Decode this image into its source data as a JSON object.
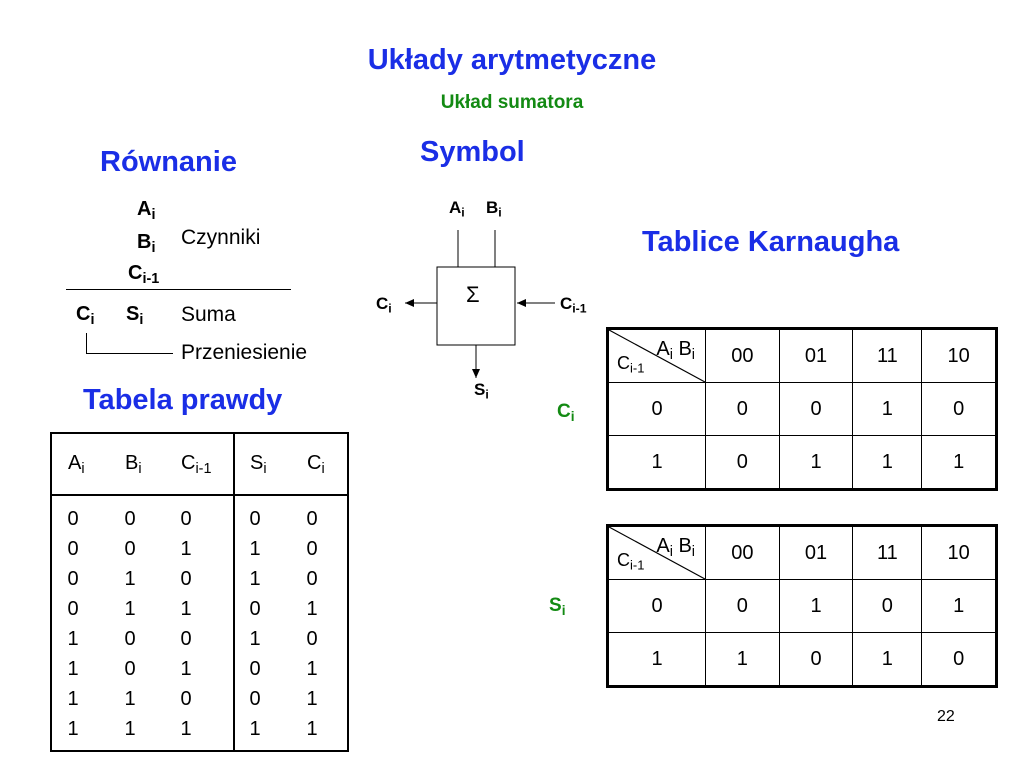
{
  "title": "Układy arytmetyczne",
  "subtitle": "Układ sumatora",
  "equation": {
    "heading": "Równanie",
    "inputs": [
      {
        "name": "A",
        "sub": "i"
      },
      {
        "name": "B",
        "sub": "i"
      },
      {
        "name": "C",
        "sub": "i-1"
      }
    ],
    "factors_label": "Czynniki",
    "outputs": [
      {
        "name": "C",
        "sub": "i"
      },
      {
        "name": "S",
        "sub": "i"
      }
    ],
    "sum_label": "Suma",
    "carry_label": "Przeniesienie"
  },
  "symbol": {
    "heading": "Symbol",
    "glyph": "Σ",
    "in_a": {
      "name": "A",
      "sub": "i"
    },
    "in_b": {
      "name": "B",
      "sub": "i"
    },
    "left_out": {
      "name": "C",
      "sub": "i"
    },
    "right_in": {
      "name": "C",
      "sub": "i-1"
    },
    "bottom_out": {
      "name": "S",
      "sub": "i"
    }
  },
  "truth_table": {
    "heading": "Tabela prawdy",
    "headers": [
      {
        "name": "A",
        "sub": "i"
      },
      {
        "name": "B",
        "sub": "i"
      },
      {
        "name": "C",
        "sub": "i-1"
      },
      {
        "name": "S",
        "sub": "i"
      },
      {
        "name": "C",
        "sub": "i"
      }
    ],
    "rows": [
      [
        "0",
        "0",
        "0",
        "0",
        "0"
      ],
      [
        "0",
        "0",
        "1",
        "1",
        "0"
      ],
      [
        "0",
        "1",
        "0",
        "1",
        "0"
      ],
      [
        "0",
        "1",
        "1",
        "0",
        "1"
      ],
      [
        "1",
        "0",
        "0",
        "1",
        "0"
      ],
      [
        "1",
        "0",
        "1",
        "0",
        "1"
      ],
      [
        "1",
        "1",
        "0",
        "0",
        "1"
      ],
      [
        "1",
        "1",
        "1",
        "1",
        "1"
      ]
    ]
  },
  "karnaugh": {
    "heading": "Tablice Karnaugha",
    "corner_top": {
      "a": "A",
      "a_sub": "i",
      "b": "B",
      "b_sub": "i"
    },
    "corner_left": {
      "name": "C",
      "sub": "i-1"
    },
    "columns": [
      "00",
      "01",
      "11",
      "10"
    ],
    "maps": [
      {
        "label": {
          "name": "C",
          "sub": "i"
        },
        "rows": [
          {
            "head": "0",
            "cells": [
              "0",
              "0",
              "1",
              "0"
            ]
          },
          {
            "head": "1",
            "cells": [
              "0",
              "1",
              "1",
              "1"
            ]
          }
        ]
      },
      {
        "label": {
          "name": "S",
          "sub": "i"
        },
        "rows": [
          {
            "head": "0",
            "cells": [
              "0",
              "1",
              "0",
              "1"
            ]
          },
          {
            "head": "1",
            "cells": [
              "1",
              "0",
              "1",
              "0"
            ]
          }
        ]
      }
    ]
  },
  "colors": {
    "heading": "#1a2ee6",
    "subheading": "#138a13"
  },
  "page_number": "22"
}
